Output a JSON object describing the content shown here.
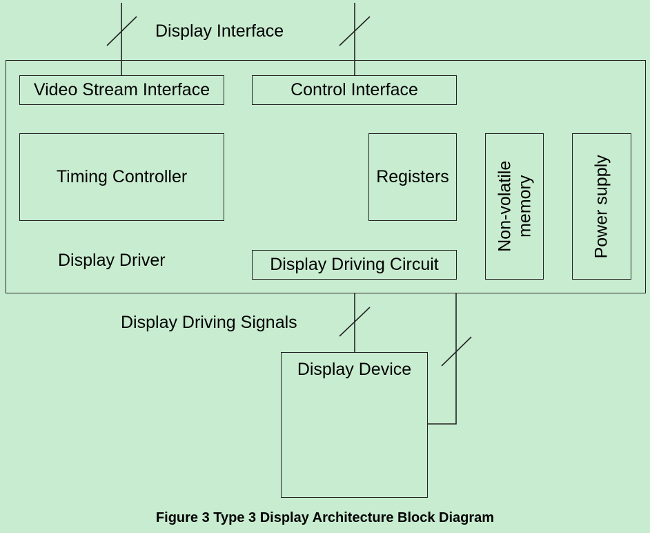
{
  "diagram": {
    "labels": {
      "display_interface": "Display Interface",
      "display_driver": "Display Driver",
      "display_driving_signals": "Display Driving Signals"
    },
    "blocks": {
      "video_stream_interface": "Video Stream Interface",
      "control_interface": "Control Interface",
      "timing_controller": "Timing Controller",
      "registers": "Registers",
      "non_volatile_memory": [
        "Non-volatile",
        "memory"
      ],
      "power_supply": "Power supply",
      "display_driving_circuit": "Display Driving Circuit",
      "display_device": "Display Device"
    },
    "caption": "Figure 3 Type 3 Display Architecture Block Diagram"
  },
  "colors": {
    "background": "#c8ecd0",
    "line": "#222222"
  }
}
